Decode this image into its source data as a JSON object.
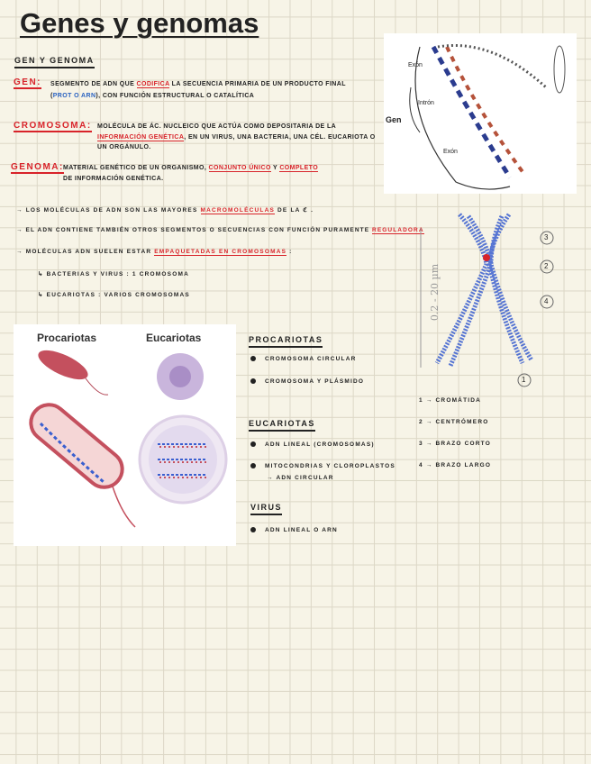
{
  "title": "Genes y genomas",
  "section1": "Gen y genoma",
  "definitions": [
    {
      "term": "GEN:",
      "line1": [
        "segmento de ADN que ",
        "codifica",
        " la secuencia primaria de un producto final"
      ],
      "line2": [
        "(",
        "prot o ARN",
        "), con función estructural o catalítica"
      ]
    },
    {
      "term": "CROMOSOMA:",
      "line1": [
        "molécula de ác. nucleico que actúa como depositaria de la"
      ],
      "line2": [
        "información genética",
        ", en un virus, una bacteria, una cél. eucariota o"
      ],
      "line3": "un orgánulo."
    },
    {
      "term": "GENOMA:",
      "line1": [
        "material genético de un organismo, ",
        "conjunto único",
        " y ",
        "completo"
      ],
      "line2": "de información genética."
    }
  ],
  "bullets": [
    [
      "→  los moléculas de ADN son las mayores ",
      "macromoléculas",
      " de la ℭ ."
    ],
    [
      "→  el ADN contiene también otros segmentos o secuencias con función puramente ",
      "reguladora",
      ""
    ],
    [
      "→  moléculas ADN suelen estar ",
      "empaquetadas en cromosomas",
      " :"
    ]
  ],
  "subbullets": [
    "↳  bacterias y virus :  1  cromosoma",
    "↳  eucariotas :  varios cromosomas"
  ],
  "dna_figure": {
    "labels": [
      "Exón",
      "Intrón",
      "Gen",
      "Exón"
    ]
  },
  "chromosome_figure": {
    "scale": "0.2 - 20 µm",
    "markers": [
      "1",
      "2",
      "3",
      "4"
    ]
  },
  "cell_figure": {
    "left": "Procariotas",
    "right": "Eucariotas"
  },
  "procariotas": {
    "heading": "Procariotas",
    "items": [
      "cromosoma circular",
      "cromosoma y plásmido"
    ]
  },
  "eucariotas": {
    "heading": "Eucariotas",
    "items": [
      "ADN lineal (cromosomas)",
      "mitocondrias y cloroplastos"
    ],
    "sub": "→ ADN circular"
  },
  "virus": {
    "heading": "Virus",
    "items": [
      "ADN lineal o ARN"
    ]
  },
  "legend": [
    "1 → cromátida",
    "2 → centrómero",
    "3 → brazo corto",
    "4 → brazo largo"
  ],
  "colors": {
    "accent": "#d8232a",
    "blue": "#2a62c0",
    "dna_helix": "#3a5fd0"
  }
}
